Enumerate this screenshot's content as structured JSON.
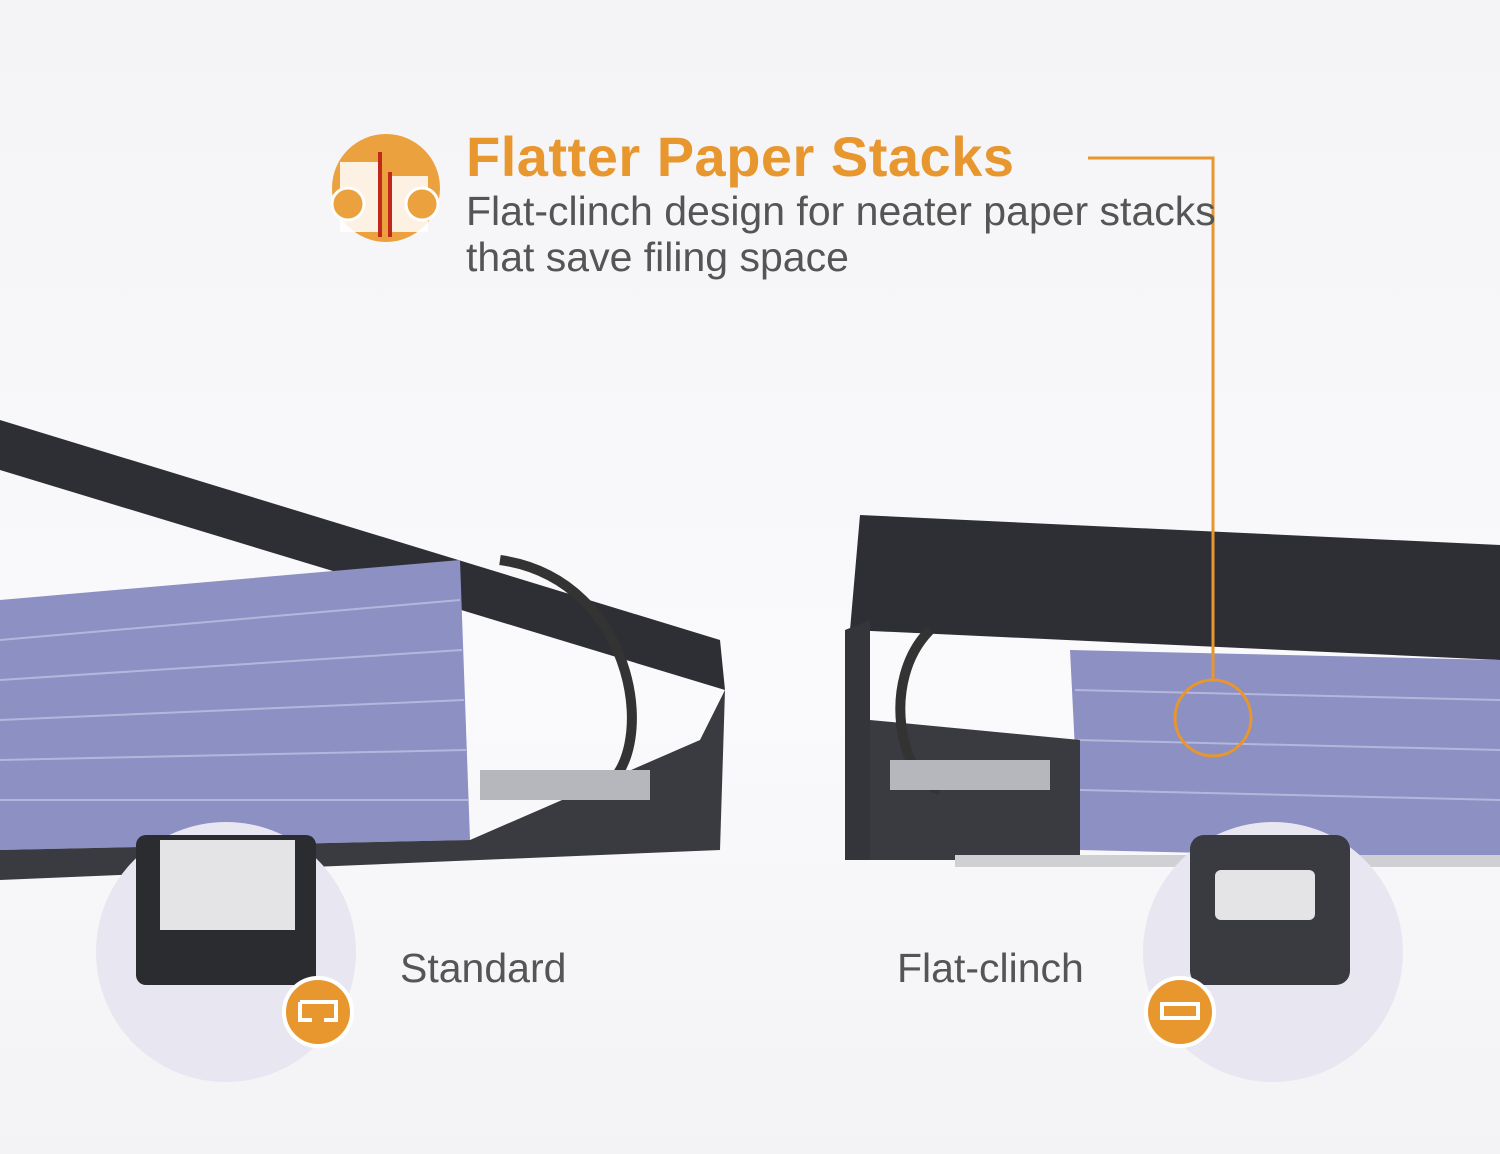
{
  "headline": "Flatter Paper Stacks",
  "description": "Flat-clinch design for neater paper stacks that save filing space",
  "labels": {
    "standard": "Standard",
    "flat_clinch": "Flat-clinch"
  },
  "colors": {
    "accent": "#e8962e",
    "text": "#555555",
    "binder": "#2b2c30",
    "paper": "#8a8fc0"
  }
}
